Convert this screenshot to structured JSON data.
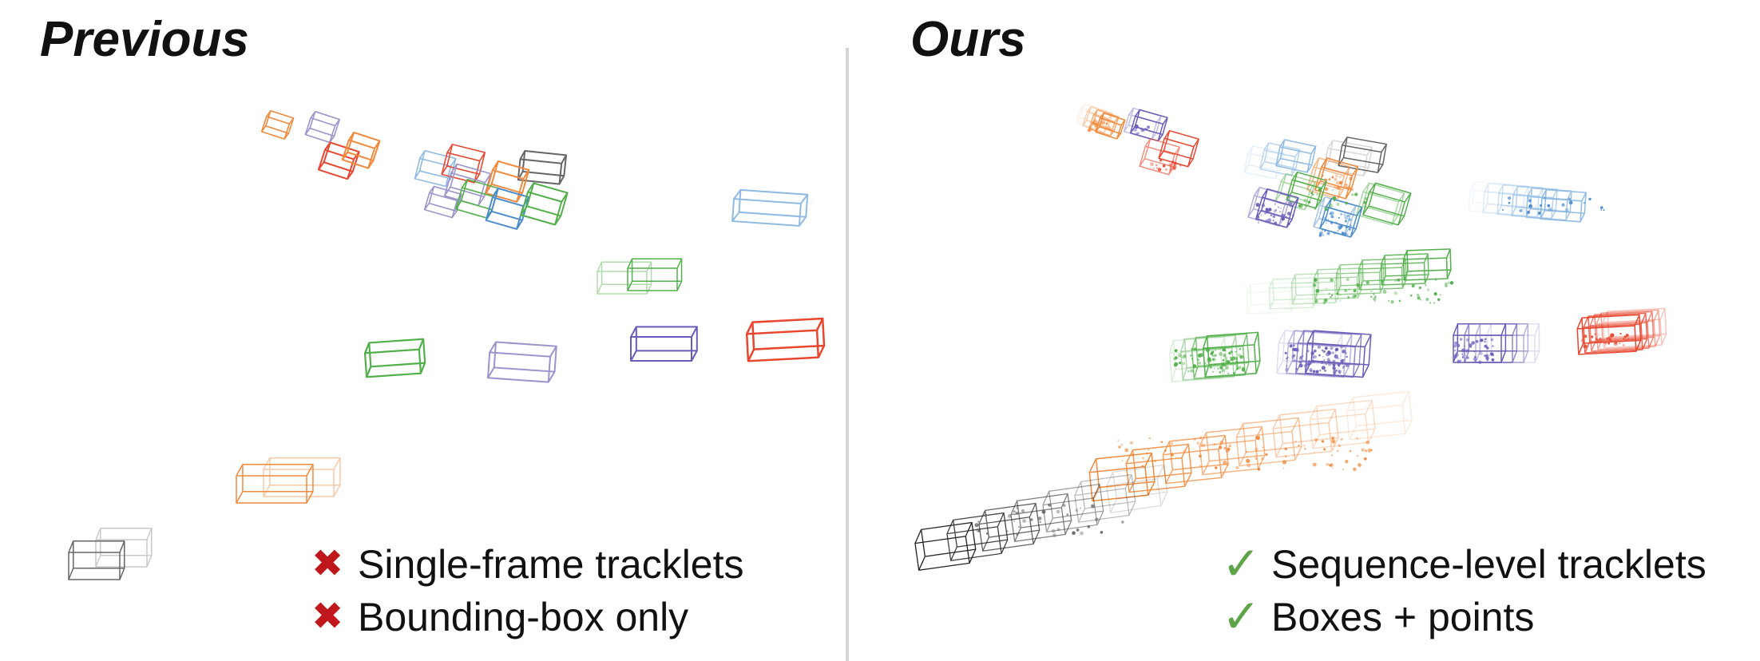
{
  "left": {
    "title": "Previous",
    "legend": [
      {
        "icon": "cross-icon",
        "symbol": "✖",
        "text": "Single-frame tracklets"
      },
      {
        "icon": "cross-icon",
        "symbol": "✖",
        "text": "Bounding-box only"
      }
    ]
  },
  "right": {
    "title": "Ours",
    "legend": [
      {
        "icon": "check-icon",
        "symbol": "✓",
        "text": "Sequence-level tracklets"
      },
      {
        "icon": "check-icon",
        "symbol": "✓",
        "text": "Boxes + points"
      }
    ]
  },
  "colors": {
    "orange": "#f08a3c",
    "red": "#e8472f",
    "purple": "#6a5cb8",
    "lavender": "#9b94cc",
    "blue": "#4b8ccc",
    "lightblue": "#8fbbe3",
    "green": "#52b04a",
    "gray": "#666666",
    "black": "#222222",
    "cross": "#c0171d",
    "check": "#5ea54a",
    "divider": "#d4d4d4"
  }
}
